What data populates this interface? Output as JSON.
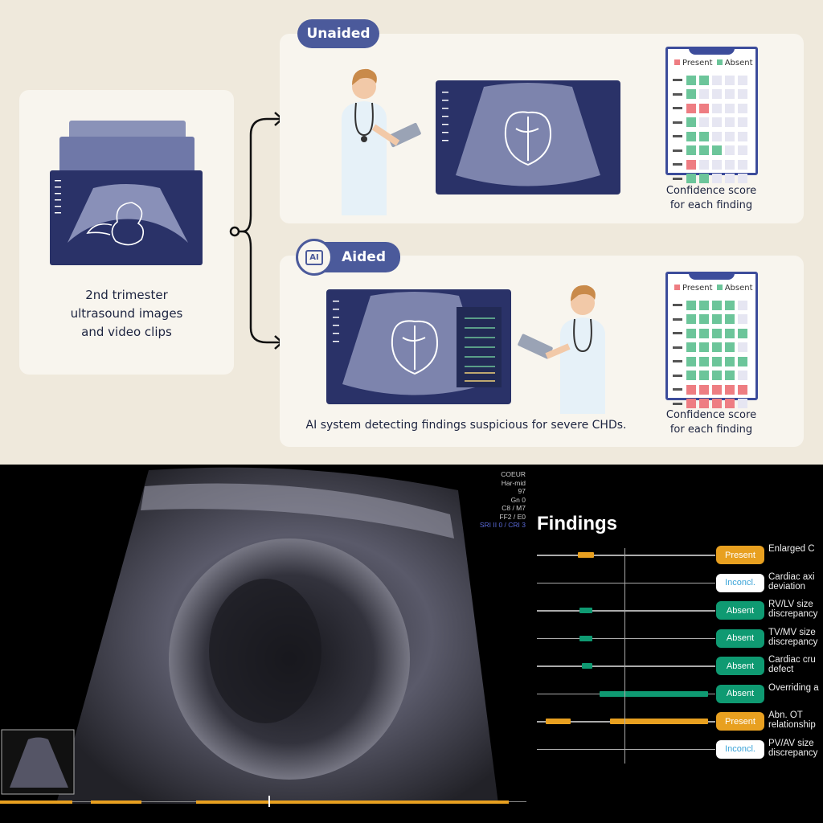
{
  "input": {
    "caption": "2nd trimester\nultrasound images\nand video clips"
  },
  "unaided": {
    "label": "Unaided",
    "caption": "Confidence score\nfor each finding",
    "legend_present": "Present",
    "legend_absent": "Absent",
    "grid": [
      [
        2,
        2,
        0,
        0,
        0
      ],
      [
        2,
        0,
        0,
        0,
        0
      ],
      [
        1,
        1,
        0,
        0,
        0
      ],
      [
        2,
        0,
        0,
        0,
        0
      ],
      [
        2,
        2,
        0,
        0,
        0
      ],
      [
        2,
        2,
        2,
        0,
        0
      ],
      [
        1,
        0,
        0,
        0,
        0
      ],
      [
        2,
        2,
        0,
        0,
        0
      ]
    ]
  },
  "aided": {
    "label": "Aided",
    "ai_icon_text": "AI",
    "system_caption": "AI system detecting findings suspicious for severe CHDs.",
    "caption": "Confidence score\nfor each finding",
    "legend_present": "Present",
    "legend_absent": "Absent",
    "grid": [
      [
        2,
        2,
        2,
        2,
        0
      ],
      [
        2,
        2,
        2,
        2,
        0
      ],
      [
        2,
        2,
        2,
        2,
        2
      ],
      [
        2,
        2,
        2,
        2,
        0
      ],
      [
        2,
        2,
        2,
        2,
        2
      ],
      [
        2,
        2,
        2,
        2,
        0
      ],
      [
        1,
        1,
        1,
        1,
        1
      ],
      [
        1,
        1,
        1,
        1,
        0
      ]
    ]
  },
  "colors": {
    "present": "#e8a020",
    "absent": "#0f9a72",
    "inconcl_text": "#3aa3d8",
    "brand": "#4b5a9b",
    "grid_present": "#ee7d82",
    "grid_absent": "#6cc59a"
  },
  "ultrasound": {
    "readout": [
      "COEUR",
      "Har-mid",
      "97",
      "Gn  0",
      "C8 / M7",
      "FF2 / E0",
      "SRI II 0 / CRI 3"
    ],
    "timeline_segments": [
      [
        0,
        0.138
      ],
      [
        0.173,
        0.268
      ],
      [
        0.372,
        0.966
      ]
    ],
    "timeline_marker": 0.51
  },
  "findings": {
    "title": "Findings",
    "items": [
      {
        "status": "present",
        "badge": "Present",
        "label": "Enlarged C",
        "segments": [
          [
            0.23,
            0.32
          ]
        ]
      },
      {
        "status": "inconcl",
        "badge": "Inconcl.",
        "label": "Cardiac axi\ndeviation",
        "segments": []
      },
      {
        "status": "absent",
        "badge": "Absent",
        "label": "RV/LV size\ndiscrepancy",
        "segments": [
          [
            0.24,
            0.31
          ]
        ]
      },
      {
        "status": "absent",
        "badge": "Absent",
        "label": "TV/MV size\ndiscrepancy",
        "segments": [
          [
            0.24,
            0.31
          ]
        ]
      },
      {
        "status": "absent",
        "badge": "Absent",
        "label": "Cardiac cru\ndefect",
        "segments": [
          [
            0.25,
            0.31
          ]
        ]
      },
      {
        "status": "absent",
        "badge": "Absent",
        "label": "Overriding a",
        "segments": [
          [
            0.35,
            0.96
          ]
        ]
      },
      {
        "status": "present",
        "badge": "Present",
        "label": "Abn. OT\nrelationship",
        "segments": [
          [
            0.05,
            0.19
          ],
          [
            0.41,
            0.96
          ]
        ]
      },
      {
        "status": "inconcl",
        "badge": "Inconcl.",
        "label": "PV/AV size\ndiscrepancy",
        "segments": []
      }
    ]
  }
}
